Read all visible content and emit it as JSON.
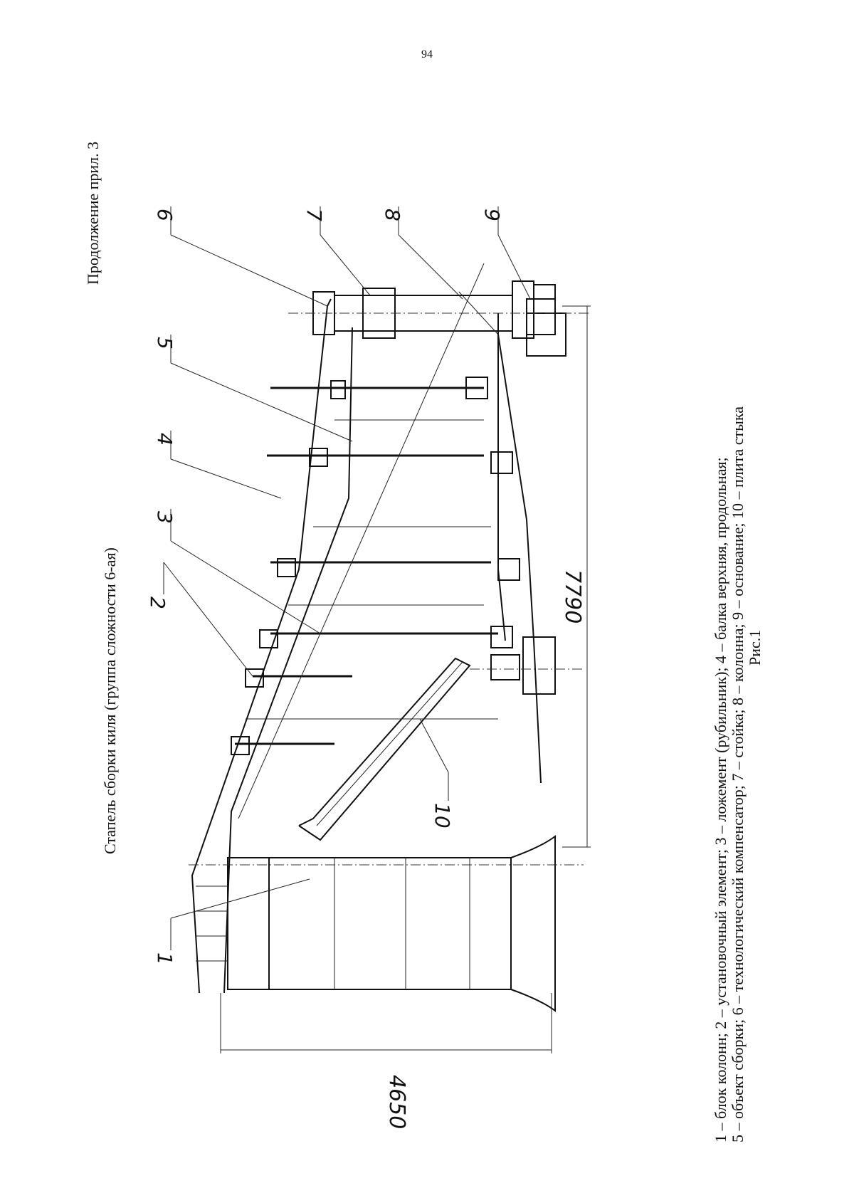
{
  "page_number": "94",
  "appendix_note": "Продолжение прил. 3",
  "title": "Стапель сборки киля (группа сложности 6-ая)",
  "legend_line1": "1 – блок колонн;  2 – установочный элемент;  3 – ложемент (рубильник);  4 – балка верхняя, продольная;",
  "legend_line2": "5 – объект сборки; 6 – технологический компенсатор; 7 – стойка; 8 – колонна; 9 – основание; 10 – плита стыка",
  "figure_caption": "Рис.1",
  "drawing": {
    "callouts": [
      "1",
      "2",
      "3",
      "4",
      "5",
      "6",
      "7",
      "8",
      "9",
      "10"
    ],
    "dimensions": [
      "4650",
      "7790"
    ]
  }
}
